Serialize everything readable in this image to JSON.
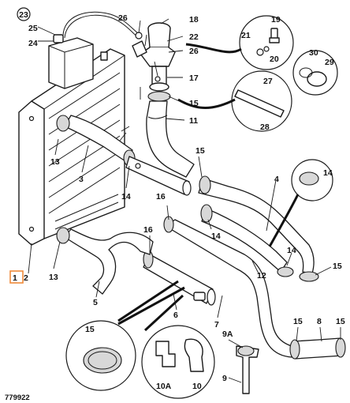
{
  "drawing": {
    "figure_number": "779922",
    "highlighted_label": "1"
  },
  "labels": {
    "l23": "23",
    "l25": "25",
    "l24": "24",
    "l26a": "26",
    "l18": "18",
    "l22": "22",
    "l26b": "26",
    "l17": "17",
    "l15a": "15",
    "l11": "11",
    "l21": "21",
    "l19": "19",
    "l20": "20",
    "l30": "30",
    "l29": "29",
    "l27": "27",
    "l28": "28",
    "l13a": "13",
    "l3": "3",
    "l14a": "14",
    "l15b": "15",
    "l4": "4",
    "l14b": "14",
    "l16a": "16",
    "l16b": "16",
    "l14c": "14",
    "l14d": "14",
    "l12b": "12",
    "l15c": "15",
    "l1": "1",
    "l2": "2",
    "l13b": "13",
    "l5": "5",
    "l6": "6",
    "l7": "7",
    "l15d": "15",
    "l10a": "10A",
    "l10": "10",
    "l9a": "9A",
    "l9": "9",
    "l15e": "15",
    "l8": "8",
    "l15f": "15"
  },
  "colors": {
    "highlight": "#f08a3a",
    "ink": "#1a1a1a"
  }
}
